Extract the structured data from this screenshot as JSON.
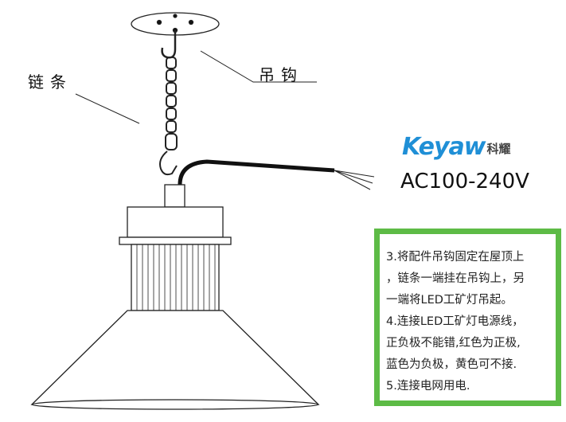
{
  "labels": {
    "chain": "链条",
    "hook": "吊钩"
  },
  "logo": {
    "word": "Keyaw",
    "chinese": "科耀"
  },
  "voltage": "AC100-240V",
  "instructions": [
    "3.将配件吊钩固定在屋顶上",
    "，链条一端挂在吊钩上，另",
    "一端将LED工矿灯吊起。",
    "4.连接LED工矿灯电源线，",
    "正负极不能错,红色为正极,",
    "蓝色为负极，黄色可不接.",
    "5.连接电网用电."
  ],
  "colors": {
    "border": "#5dbb46",
    "logo": "#1f8fd6"
  }
}
